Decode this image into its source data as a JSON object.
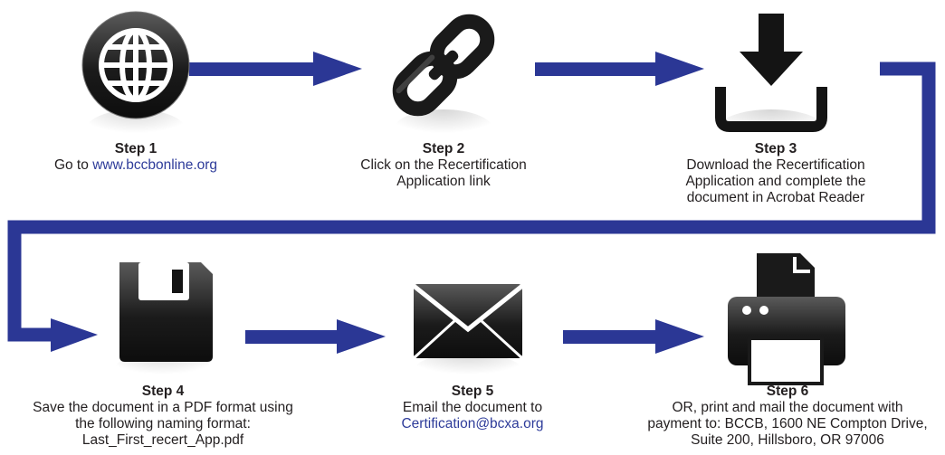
{
  "colors": {
    "arrow": "#2b3795",
    "icon_dark": "#141414",
    "icon_light": "#555555",
    "link": "#2e3c9a"
  },
  "steps": [
    {
      "title": "Step 1",
      "text_prefix": "Go to",
      "link": "www.bccbonline.org",
      "icon": "globe-icon"
    },
    {
      "title": "Step 2",
      "line1": "Click on the Recertification",
      "line2": "Application link",
      "icon": "chain-link-icon"
    },
    {
      "title": "Step 3",
      "line1": "Download the Recertification",
      "line2": "Application and complete the",
      "line3": "document in Acrobat Reader",
      "icon": "download-icon"
    },
    {
      "title": "Step 4",
      "line1": "Save the document in a PDF format using",
      "line2": "the following naming format:",
      "line3": "Last_First_recert_App.pdf",
      "icon": "floppy-disk-icon"
    },
    {
      "title": "Step 5",
      "line1": "Email the document to",
      "link": "Certification@bcxa.org",
      "icon": "envelope-icon"
    },
    {
      "title": "Step 6",
      "line1": "OR, print and mail the document with",
      "line2": "payment to: BCCB, 1600 NE Compton Drive,",
      "line3": "Suite 200, Hillsboro, OR 97006",
      "icon": "printer-icon"
    }
  ]
}
